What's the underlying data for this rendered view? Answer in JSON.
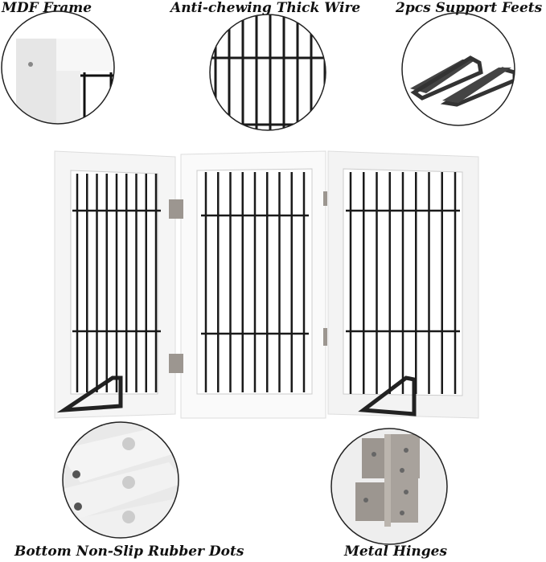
{
  "features": {
    "mdf_frame": "MDF Frame",
    "thick_wire": "Anti-chewing Thick Wire",
    "support_feet": "2pcs Support Feets",
    "rubber_dots": "Bottom Non-Slip Rubber Dots",
    "metal_hinges": "Metal Hinges"
  },
  "colors": {
    "frame": "#f6f6f6",
    "wire": "#1a1a1a",
    "hinge": "#9c9690"
  }
}
